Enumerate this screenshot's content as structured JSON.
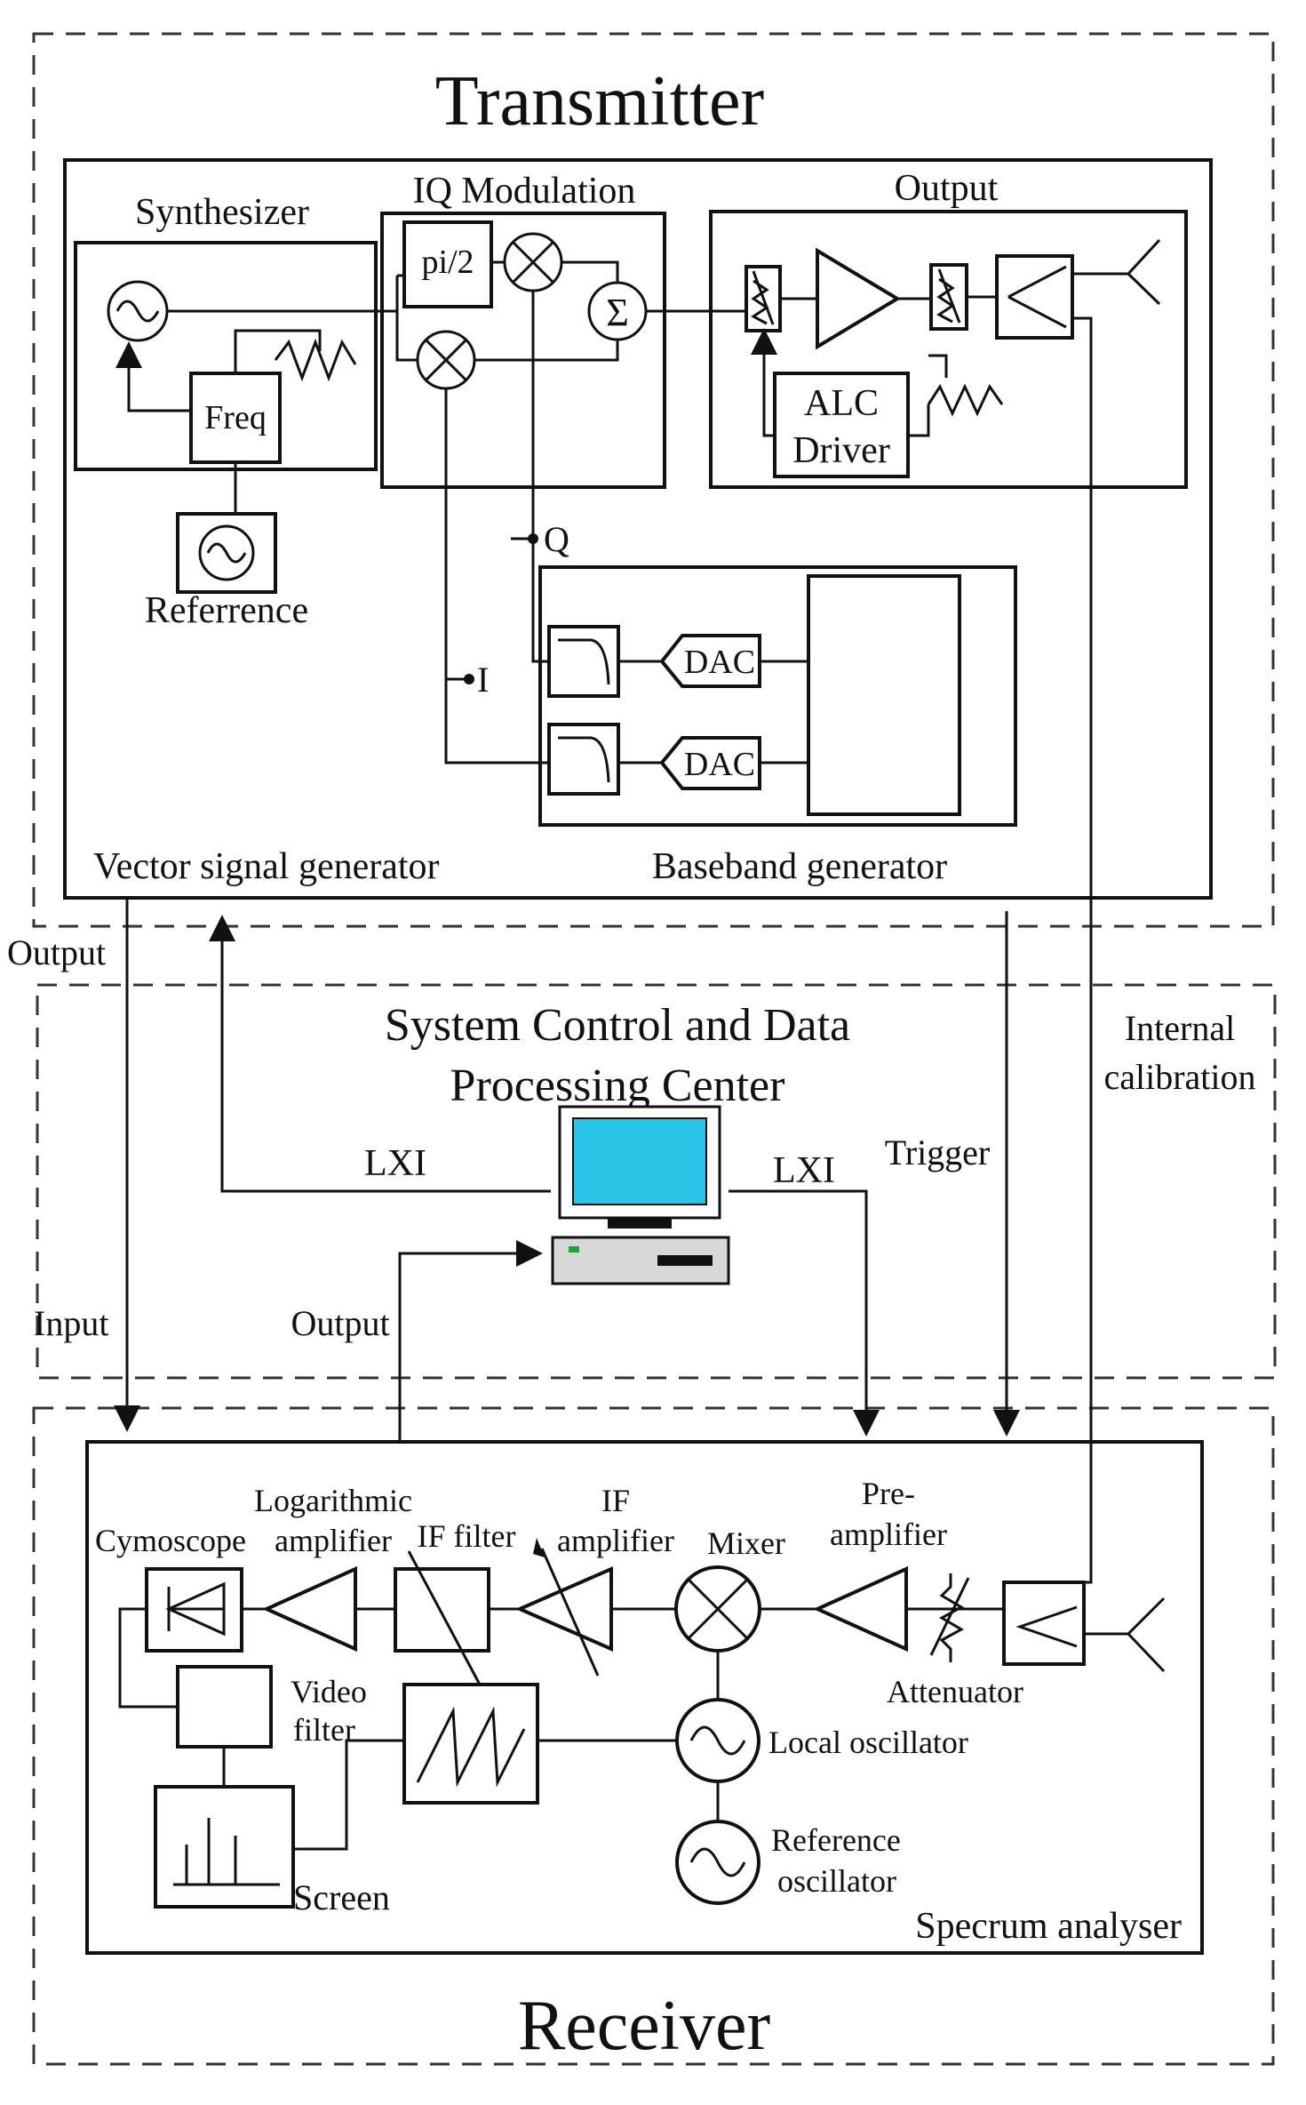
{
  "sections": {
    "transmitter": "Transmitter",
    "system_control_line1": "System Control and Data",
    "system_control_line2": "Processing Center",
    "receiver": "Receiver"
  },
  "transmitter": {
    "synthesizer": "Synthesizer",
    "freq": "Freq",
    "reference": "Referrence",
    "iq_modulation": "IQ Modulation",
    "pi2": "pi/2",
    "output": "Output",
    "alc_line1": "ALC",
    "alc_line2": "Driver",
    "q_label": "Q",
    "i_label": "I",
    "dac1": "DAC",
    "dac2": "DAC",
    "vsg_label": "Vector signal generator",
    "baseband_label": "Baseband generator"
  },
  "links": {
    "output_left": "Output",
    "lxi_left": "LXI",
    "lxi_right": "LXI",
    "trigger": "Trigger",
    "internal_cal_line1": "Internal",
    "internal_cal_line2": "calibration",
    "input": "Input",
    "output_center": "Output"
  },
  "receiver": {
    "cymoscope": "Cymoscope",
    "log_amp_line1": "Logarithmic",
    "log_amp_line2": "amplifier",
    "if_filter": "IF filter",
    "if_amp_line1": "IF",
    "if_amp_line2": "amplifier",
    "mixer": "Mixer",
    "preamp_line1": "Pre-",
    "preamp_line2": "amplifier",
    "video_filter_line1": "Video",
    "video_filter_line2": "filter",
    "attenuator": "Attenuator",
    "local_osc": "Local oscillator",
    "ref_osc_line1": "Reference",
    "ref_osc_line2": "oscillator",
    "screen": "Screen",
    "spectrum_label": "Specrum analyser"
  }
}
